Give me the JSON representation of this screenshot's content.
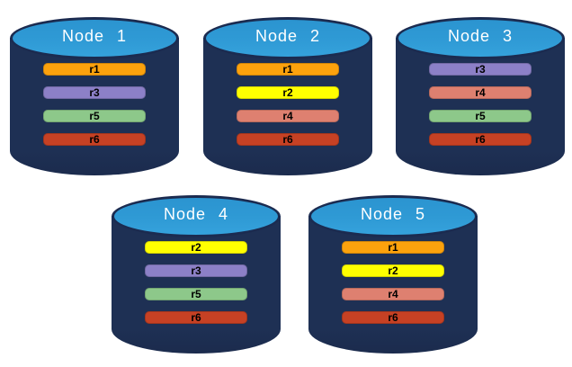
{
  "colors": {
    "background": "#FFFFFF",
    "cylinder_body": "#1E3054",
    "cylinder_top": "#2F9AD5",
    "cylinder_outline": "#1B2B50",
    "node_title_text": "#FFFFFF",
    "replica_label_text": "#000000"
  },
  "replica_colors": {
    "r1": "#FCA20D",
    "r2": "#FFFF00",
    "r3": "#8C80C7",
    "r4": "#DE8070",
    "r5": "#8DC88A",
    "r6": "#C64124"
  },
  "nodes": [
    {
      "title": "Node 1",
      "bars": [
        {
          "label": "r1",
          "color": "#FCA20D"
        },
        {
          "label": "r3",
          "color": "#8C80C7"
        },
        {
          "label": "r5",
          "color": "#8DC88A"
        },
        {
          "label": "r6",
          "color": "#C64124"
        }
      ]
    },
    {
      "title": "Node 2",
      "bars": [
        {
          "label": "r1",
          "color": "#FCA20D"
        },
        {
          "label": "r2",
          "color": "#FFFF00"
        },
        {
          "label": "r4",
          "color": "#DE8070"
        },
        {
          "label": "r6",
          "color": "#C64124"
        }
      ]
    },
    {
      "title": "Node 3",
      "bars": [
        {
          "label": "r3",
          "color": "#8C80C7"
        },
        {
          "label": "r4",
          "color": "#DE8070"
        },
        {
          "label": "r5",
          "color": "#8DC88A"
        },
        {
          "label": "r6",
          "color": "#C64124"
        }
      ]
    },
    {
      "title": "Node 4",
      "bars": [
        {
          "label": "r2",
          "color": "#FFFF00"
        },
        {
          "label": "r3",
          "color": "#8C80C7"
        },
        {
          "label": "r5",
          "color": "#8DC88A"
        },
        {
          "label": "r6",
          "color": "#C64124"
        }
      ]
    },
    {
      "title": "Node 5",
      "bars": [
        {
          "label": "r1",
          "color": "#FCA20D"
        },
        {
          "label": "r2",
          "color": "#FFFF00"
        },
        {
          "label": "r4",
          "color": "#DE8070"
        },
        {
          "label": "r6",
          "color": "#C64124"
        }
      ]
    }
  ]
}
